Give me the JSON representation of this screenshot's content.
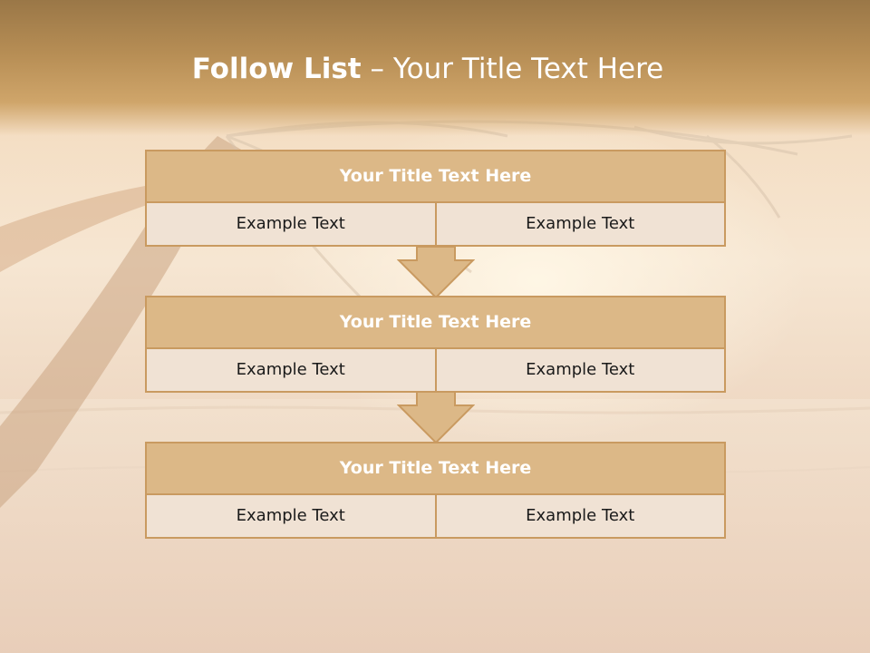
{
  "slide": {
    "title_bold": "Follow List",
    "title_rest": " – Your Title Text Here"
  },
  "blocks": [
    {
      "title": "Your Title Text Here",
      "left": "Example Text",
      "right": "Example Text"
    },
    {
      "title": "Your Title Text Here",
      "left": "Example Text",
      "right": "Example Text"
    },
    {
      "title": "Your Title Text Here",
      "left": "Example Text",
      "right": "Example Text"
    }
  ],
  "colors": {
    "header": "#b78e55",
    "block_title_fill": "#dcb887",
    "block_cell_fill": "#f0e2d4",
    "border": "#c99a60",
    "arrow_fill": "#dcb887"
  },
  "icons": [
    "down-arrow-icon"
  ]
}
